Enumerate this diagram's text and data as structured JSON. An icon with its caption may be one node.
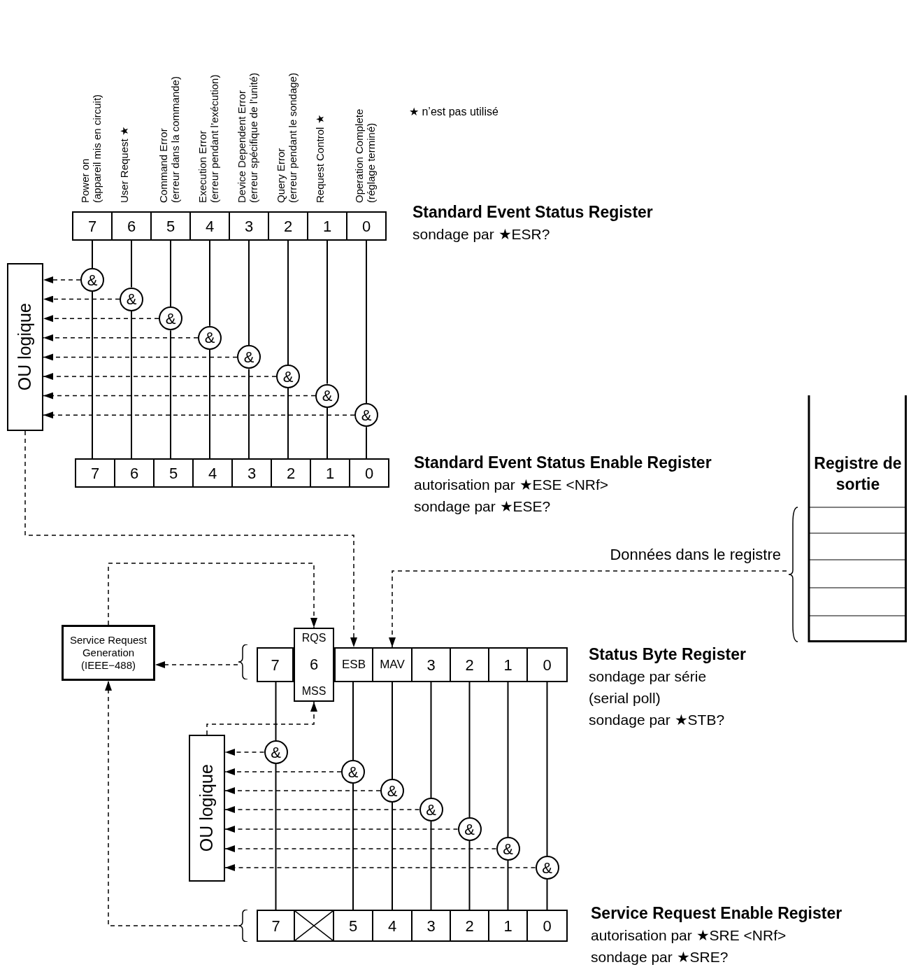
{
  "diagram": {
    "nodes": [
      {
        "text": [],
        "shape": "box",
        "beside": [
          "Standard Event Status Register",
          "sondage par ★ESR?"
        ]
      },
      {
        "text": [
          "7"
        ],
        "in": 0,
        "beside": [
          "Power on",
          "(appareil mis en circuit)"
        ]
      },
      {
        "text": [
          "6"
        ],
        "in": 0,
        "beside": [
          "User Request ★"
        ]
      },
      {
        "text": [
          "5"
        ],
        "in": 0,
        "beside": [
          "Command Error",
          "(erreur dans la commande)"
        ]
      },
      {
        "text": [
          "4"
        ],
        "in": 0,
        "beside": [
          "Execution Error",
          "(erreur pendant l’exécution)"
        ]
      },
      {
        "text": [
          "3"
        ],
        "in": 0,
        "beside": [
          "Device Dependent Error",
          "(erreur spécifique de l’unité)"
        ]
      },
      {
        "text": [
          "2"
        ],
        "in": 0,
        "beside": [
          "Query Error",
          "(erreur pendant le sondage)"
        ]
      },
      {
        "text": [
          "1"
        ],
        "in": 0,
        "beside": [
          "Request Control ★"
        ]
      },
      {
        "text": [
          "0"
        ],
        "in": 0,
        "beside": [
          "Operation Complete",
          "(réglage terminé)"
        ]
      },
      {
        "text": [
          "&"
        ]
      },
      {
        "text": [
          "&"
        ]
      },
      {
        "text": [
          "&"
        ]
      },
      {
        "text": [
          "&"
        ]
      },
      {
        "text": [
          "&"
        ]
      },
      {
        "text": [
          "&"
        ]
      },
      {
        "text": [
          "&"
        ]
      },
      {
        "text": [
          "&"
        ]
      },
      {
        "text": [
          "OU logique"
        ]
      },
      {
        "text": [],
        "shape": "box",
        "beside": [
          "Standard Event Status Enable Register",
          "autorisation par ★ESE <NRf>",
          "sondage par ★ESE?"
        ]
      },
      {
        "text": [
          "7"
        ],
        "in": 18
      },
      {
        "text": [
          "6"
        ],
        "in": 18
      },
      {
        "text": [
          "5"
        ],
        "in": 18
      },
      {
        "text": [
          "4"
        ],
        "in": 18
      },
      {
        "text": [
          "3"
        ],
        "in": 18
      },
      {
        "text": [
          "2"
        ],
        "in": 18
      },
      {
        "text": [
          "1"
        ],
        "in": 18
      },
      {
        "text": [
          "0"
        ],
        "in": 18
      },
      {
        "text": [
          "Registre de sortie"
        ]
      },
      {
        "text": [
          "Service Request Generation (IEEE−488)"
        ]
      },
      {
        "text": [],
        "shape": "box",
        "beside": [
          "Status Byte Register",
          "sondage par série",
          "(serial poll)",
          "sondage par ★STB?"
        ]
      },
      {
        "text": [
          "7"
        ],
        "in": 29
      },
      {
        "text": [
          "RQS",
          "6",
          "MSS"
        ],
        "in": 29
      },
      {
        "text": [
          "ESB"
        ],
        "in": 29
      },
      {
        "text": [
          "MAV"
        ],
        "in": 29
      },
      {
        "text": [
          "3"
        ],
        "in": 29
      },
      {
        "text": [
          "2"
        ],
        "in": 29
      },
      {
        "text": [
          "1"
        ],
        "in": 29
      },
      {
        "text": [
          "0"
        ],
        "in": 29
      },
      {
        "text": [
          "&"
        ]
      },
      {
        "text": [
          "&"
        ]
      },
      {
        "text": [
          "&"
        ]
      },
      {
        "text": [
          "&"
        ]
      },
      {
        "text": [
          "&"
        ]
      },
      {
        "text": [
          "&"
        ]
      },
      {
        "text": [
          "&"
        ]
      },
      {
        "text": [
          "OU logique"
        ]
      },
      {
        "text": [],
        "shape": "box",
        "beside": [
          "Service Request Enable Register",
          "autorisation par ★SRE <NRf>",
          "sondage par ★SRE?"
        ]
      },
      {
        "text": [
          "7"
        ],
        "in": 46
      },
      {
        "text": [],
        "shape": "box",
        "in": 46
      },
      {
        "text": [
          "5"
        ],
        "in": 46
      },
      {
        "text": [
          "4"
        ],
        "in": 46
      },
      {
        "text": [
          "3"
        ],
        "in": 46
      },
      {
        "text": [
          "2"
        ],
        "in": 46
      },
      {
        "text": [
          "1"
        ],
        "in": 46
      },
      {
        "text": [
          "0"
        ],
        "in": 46
      }
    ],
    "edges": [
      {
        "from": 1,
        "to": 9,
        "arrow": "none"
      },
      {
        "from": 19,
        "to": 9,
        "arrow": "none"
      },
      {
        "from": 9,
        "to": 17,
        "arrow": "to",
        "style": "dashed"
      },
      {
        "from": 2,
        "to": 10,
        "arrow": "none"
      },
      {
        "from": 20,
        "to": 10,
        "arrow": "none"
      },
      {
        "from": 10,
        "to": 17,
        "arrow": "to",
        "style": "dashed"
      },
      {
        "from": 3,
        "to": 11,
        "arrow": "none"
      },
      {
        "from": 21,
        "to": 11,
        "arrow": "none"
      },
      {
        "from": 11,
        "to": 17,
        "arrow": "to",
        "style": "dashed"
      },
      {
        "from": 4,
        "to": 12,
        "arrow": "none"
      },
      {
        "from": 22,
        "to": 12,
        "arrow": "none"
      },
      {
        "from": 12,
        "to": 17,
        "arrow": "to",
        "style": "dashed"
      },
      {
        "from": 5,
        "to": 13,
        "arrow": "none"
      },
      {
        "from": 23,
        "to": 13,
        "arrow": "none"
      },
      {
        "from": 13,
        "to": 17,
        "arrow": "to",
        "style": "dashed"
      },
      {
        "from": 6,
        "to": 14,
        "arrow": "none"
      },
      {
        "from": 24,
        "to": 14,
        "arrow": "none"
      },
      {
        "from": 14,
        "to": 17,
        "arrow": "to",
        "style": "dashed"
      },
      {
        "from": 7,
        "to": 15,
        "arrow": "none"
      },
      {
        "from": 25,
        "to": 15,
        "arrow": "none"
      },
      {
        "from": 15,
        "to": 17,
        "arrow": "to",
        "style": "dashed"
      },
      {
        "from": 8,
        "to": 16,
        "arrow": "none"
      },
      {
        "from": 26,
        "to": 16,
        "arrow": "none"
      },
      {
        "from": 16,
        "to": 17,
        "arrow": "to",
        "style": "dashed"
      },
      {
        "from": 17,
        "to": 32,
        "arrow": "to",
        "style": "dashed"
      },
      {
        "from": 27,
        "to": 33,
        "arrow": "to",
        "style": "dashed",
        "label": "Données dans le registre"
      },
      {
        "from": 28,
        "to": 31,
        "arrow": "to",
        "style": "dashed"
      },
      {
        "from": 45,
        "to": 31,
        "arrow": "to",
        "style": "dashed"
      },
      {
        "from": 29,
        "to": 28,
        "arrow": "to",
        "style": "dashed"
      },
      {
        "from": 46,
        "to": 28,
        "arrow": "to",
        "style": "dashed"
      },
      {
        "from": 30,
        "to": 38,
        "arrow": "none"
      },
      {
        "from": 47,
        "to": 38,
        "arrow": "none"
      },
      {
        "from": 38,
        "to": 45,
        "arrow": "to",
        "style": "dashed"
      },
      {
        "from": 32,
        "to": 39,
        "arrow": "none"
      },
      {
        "from": 49,
        "to": 39,
        "arrow": "none"
      },
      {
        "from": 39,
        "to": 45,
        "arrow": "to",
        "style": "dashed"
      },
      {
        "from": 33,
        "to": 40,
        "arrow": "none"
      },
      {
        "from": 50,
        "to": 40,
        "arrow": "none"
      },
      {
        "from": 40,
        "to": 45,
        "arrow": "to",
        "style": "dashed"
      },
      {
        "from": 34,
        "to": 41,
        "arrow": "none"
      },
      {
        "from": 51,
        "to": 41,
        "arrow": "none"
      },
      {
        "from": 41,
        "to": 45,
        "arrow": "to",
        "style": "dashed"
      },
      {
        "from": 35,
        "to": 42,
        "arrow": "none"
      },
      {
        "from": 52,
        "to": 42,
        "arrow": "none"
      },
      {
        "from": 42,
        "to": 45,
        "arrow": "to",
        "style": "dashed"
      },
      {
        "from": 36,
        "to": 43,
        "arrow": "none"
      },
      {
        "from": 53,
        "to": 43,
        "arrow": "none"
      },
      {
        "from": 43,
        "to": 45,
        "arrow": "to",
        "style": "dashed"
      },
      {
        "from": 37,
        "to": 44,
        "arrow": "none"
      },
      {
        "from": 54,
        "to": 44,
        "arrow": "none"
      },
      {
        "from": 44,
        "to": 45,
        "arrow": "to",
        "style": "dashed"
      }
    ],
    "labels": [
      "★ n’est pas utilisé"
    ]
  }
}
